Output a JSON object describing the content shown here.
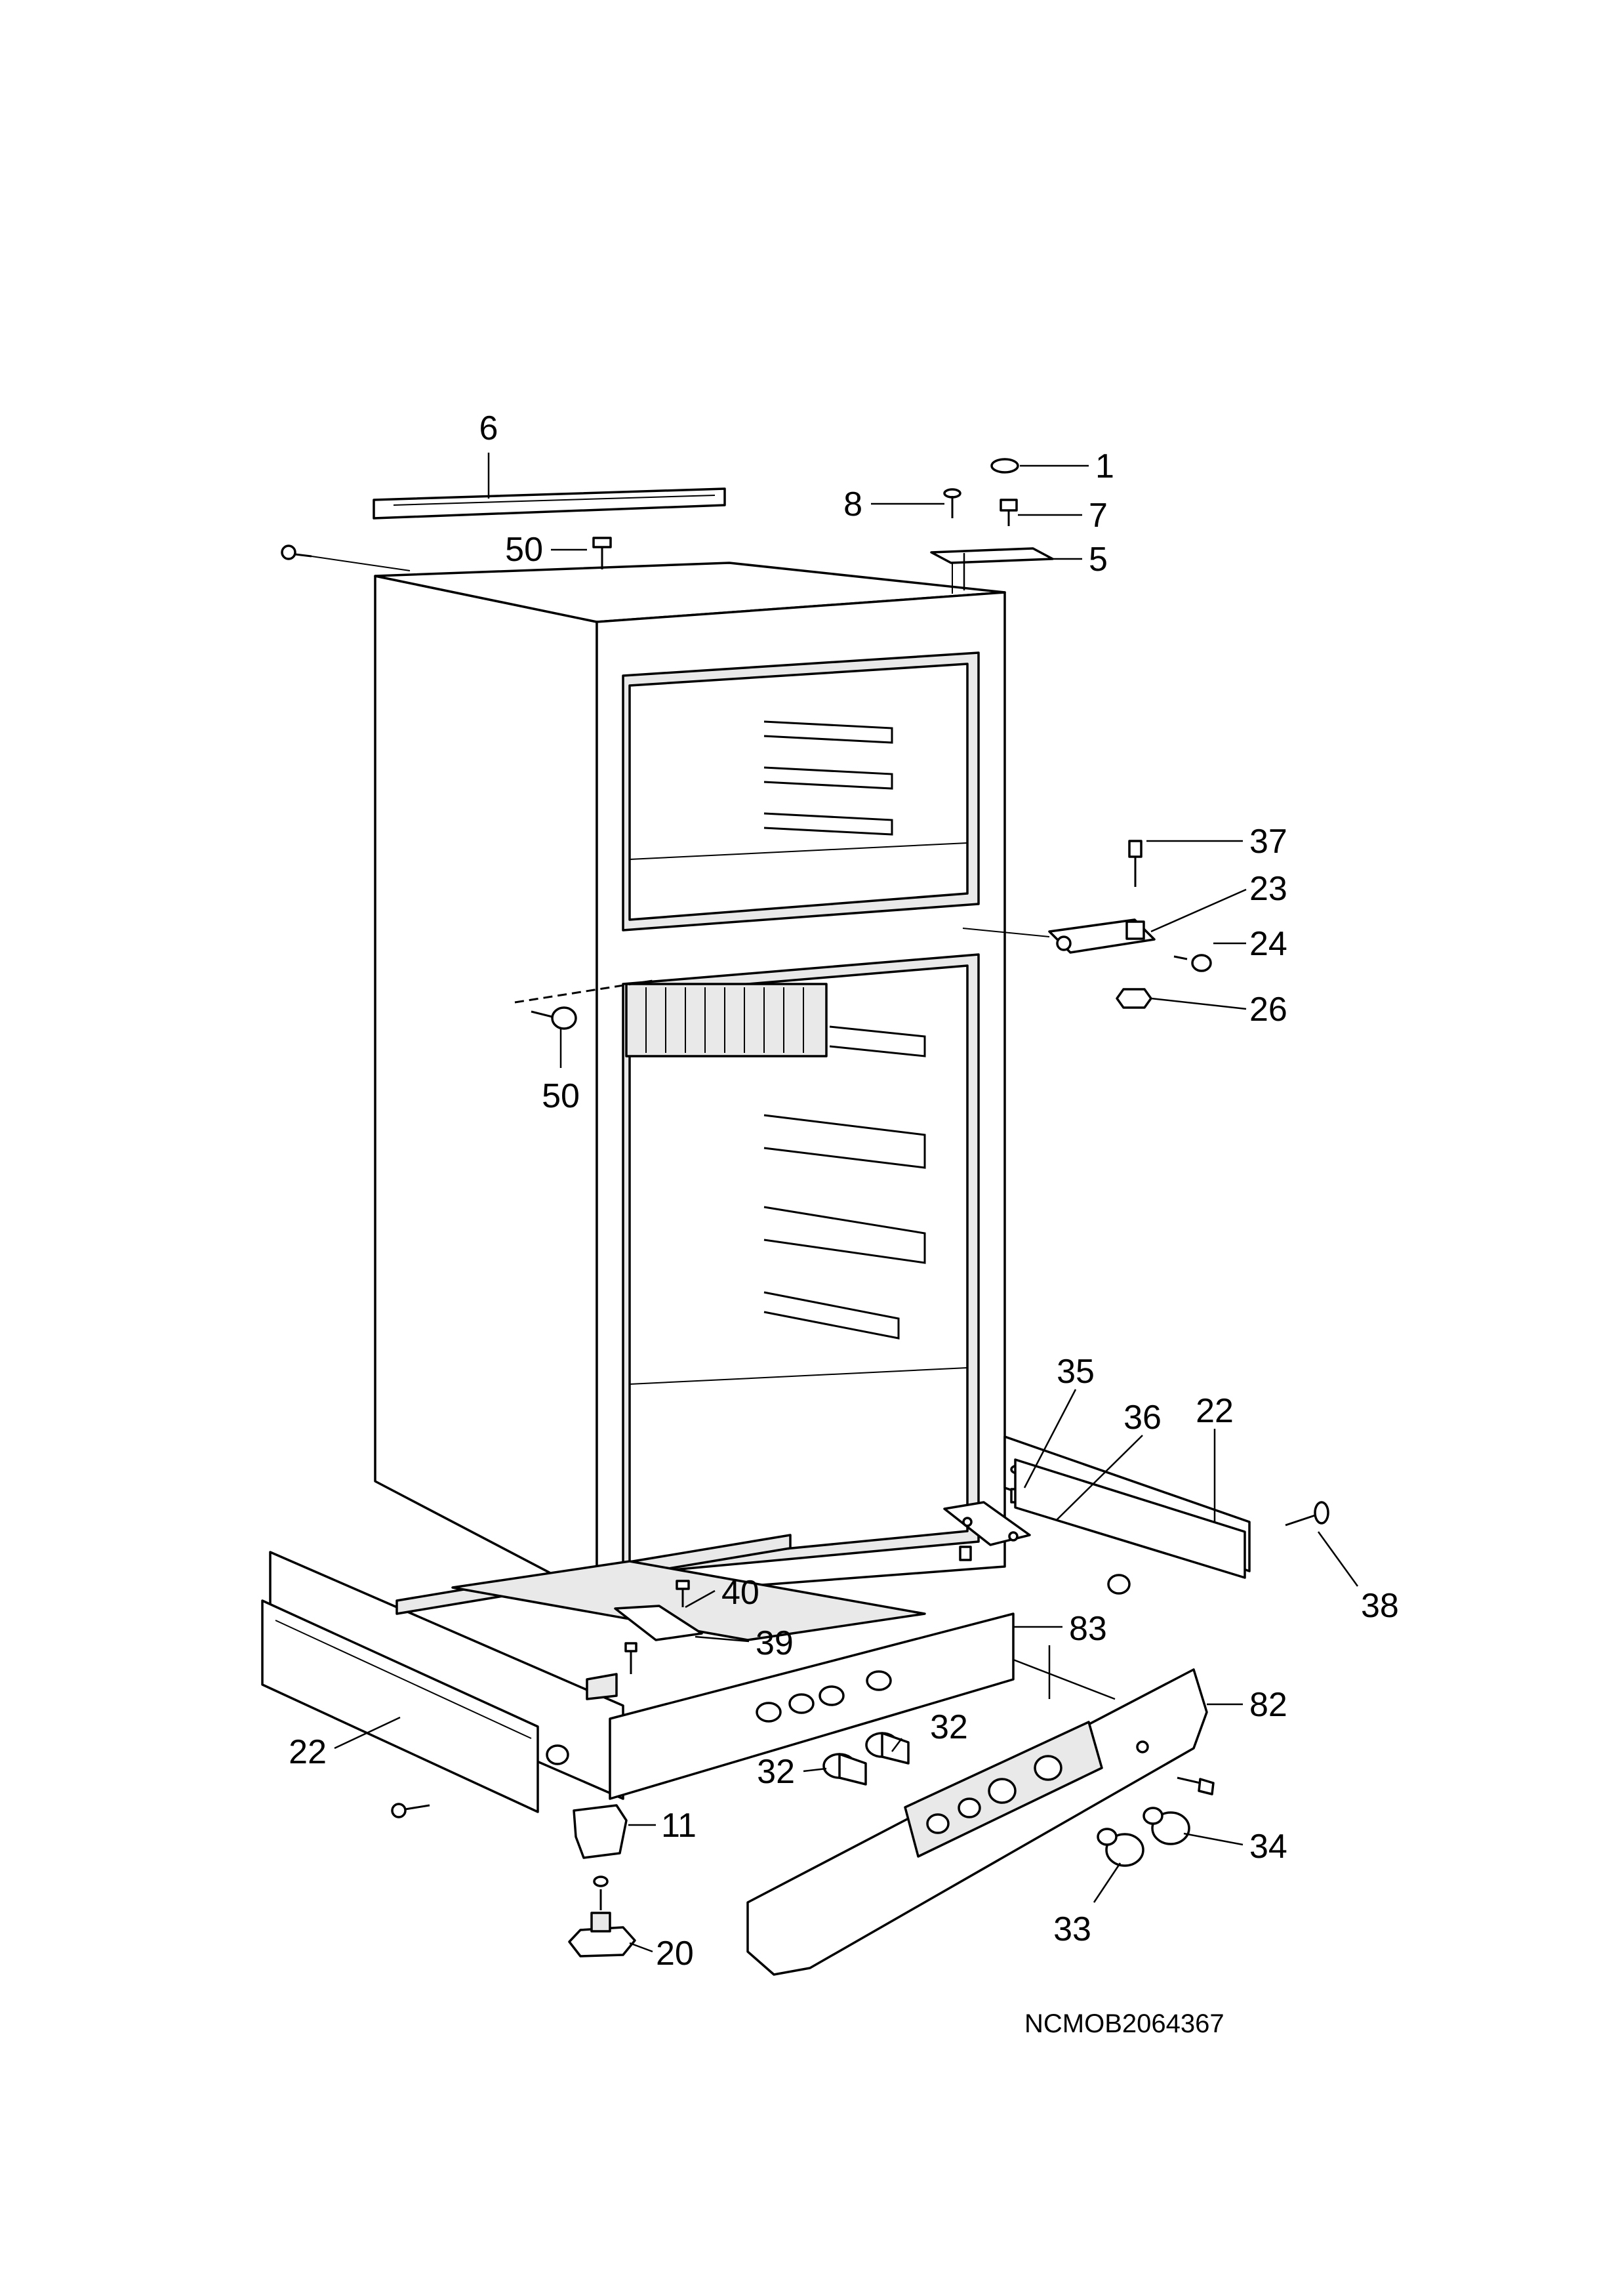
{
  "diagram": {
    "drawing_code": "NCMOB2064367",
    "callouts": {
      "c1": "1",
      "c5": "5",
      "c6": "6",
      "c7": "7",
      "c8": "8",
      "c11": "11",
      "c20": "20",
      "c22_left": "22",
      "c22_right": "22",
      "c23": "23",
      "c24": "24",
      "c26": "26",
      "c32_a": "32",
      "c32_b": "32",
      "c33": "33",
      "c34": "34",
      "c35": "35",
      "c36": "36",
      "c37": "37",
      "c38": "38",
      "c39": "39",
      "c40": "40",
      "c50_top": "50",
      "c50_side": "50",
      "c82": "82",
      "c83": "83"
    }
  }
}
